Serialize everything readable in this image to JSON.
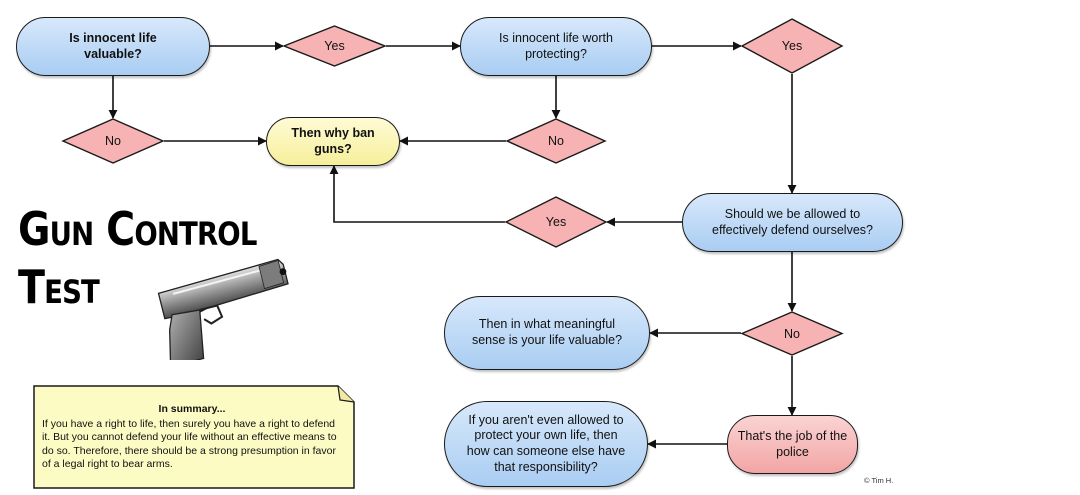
{
  "title": {
    "line1": "Gun Control",
    "line2": "Test"
  },
  "nodes": {
    "q_valuable": "Is innocent life valuable?",
    "q_protecting": "Is innocent life worth protecting?",
    "why_ban": "Then why ban guns?",
    "q_defend": "Should we be allowed to effectively defend ourselves?",
    "meaningful": "Then in what meaningful sense is your life valuable?",
    "job_police": "That's the job of the police",
    "protect_own": "If you aren't even allowed to protect your own life, then how can someone else have that responsibility?"
  },
  "decisions": {
    "yes_1": "Yes",
    "yes_2": "Yes",
    "yes_3": "Yes",
    "no_1": "No",
    "no_2": "No",
    "no_3": "No"
  },
  "summary": {
    "heading": "In summary...",
    "body": "If you have a right to life, then surely you have a right to defend it. But you cannot defend your life without an effective means to do so. Therefore, there should be a strong presumption in favor of a legal right to bear arms."
  },
  "credit": "© Tim H.",
  "colors": {
    "blue": "#a9cdf2",
    "pink": "#f2a5a5",
    "yellow": "#f5ef9a",
    "note": "#fdfbc4"
  },
  "icons": {
    "gun": "pistol-icon"
  }
}
